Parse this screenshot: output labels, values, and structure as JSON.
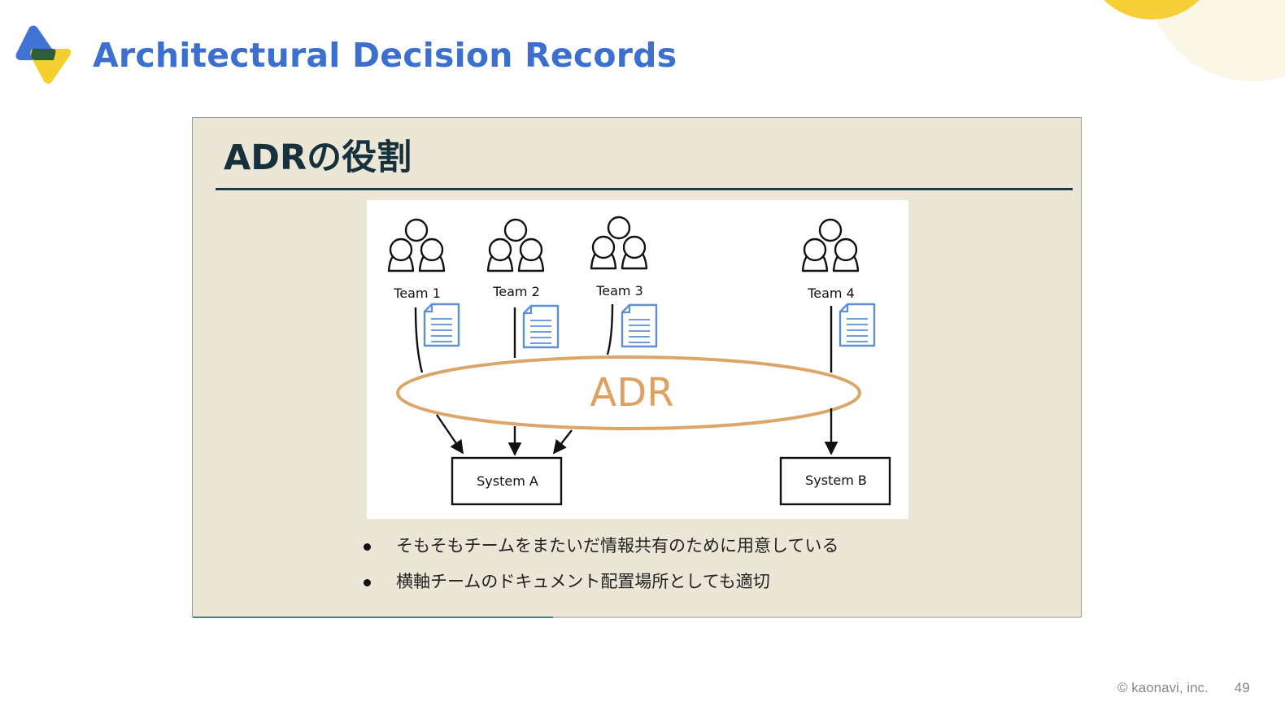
{
  "header": {
    "title": "Architectural Decision Records"
  },
  "slide": {
    "title": "ADRの役割",
    "progress": 0.406,
    "progress_color": "#2f8f8a",
    "diagram": {
      "teams": [
        "Team 1",
        "Team 2",
        "Team 3",
        "Team 4"
      ],
      "hub_label": "ADR",
      "systems": [
        "System A",
        "System B"
      ],
      "colors": {
        "hub_ring": "#dba66a",
        "hub_text": "#e0a060",
        "document": "#5b8fd6"
      },
      "icons": [
        "team-icon",
        "document-icon"
      ]
    },
    "bullets": [
      "そもそもチームをまたいだ情報共有のために用意している",
      "横軸チームのドキュメント配置場所としても適切"
    ]
  },
  "footer": {
    "copyright": "© kaonavi, inc.",
    "page_number": "49"
  },
  "brand_colors": {
    "title": "#3b6fd0",
    "logo_blue": "#3f74d6",
    "logo_yellow": "#f5cf2e",
    "logo_green": "#2e5d3a"
  }
}
